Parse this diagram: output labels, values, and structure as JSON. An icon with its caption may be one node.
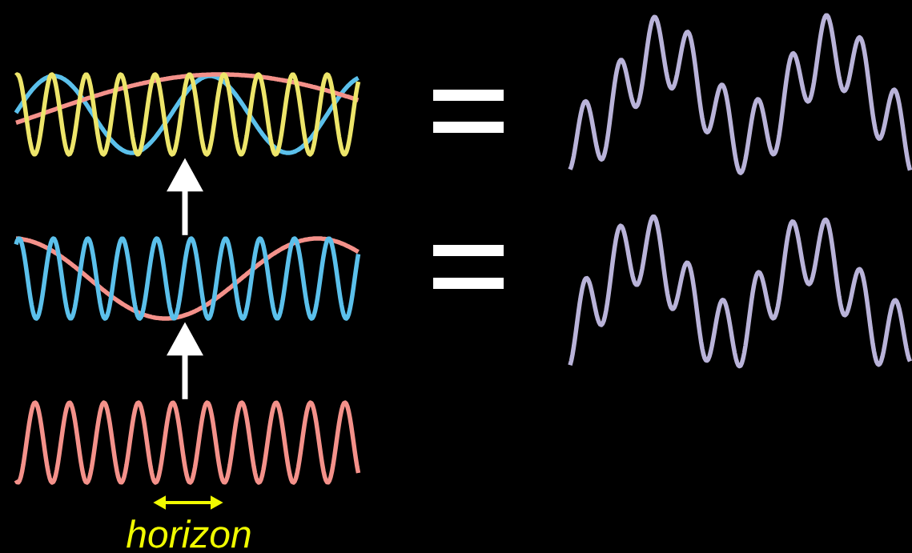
{
  "diagram": {
    "nodes": [
      {
        "text": [],
        "shape": "picture"
      },
      {
        "text": [],
        "shape": "picture"
      },
      {
        "text": [],
        "shape": "picture"
      },
      {
        "text": [],
        "shape": "picture"
      },
      {
        "text": [],
        "shape": "picture"
      }
    ],
    "edges": [
      {
        "from": 4,
        "to": 2,
        "arrow": "to"
      },
      {
        "from": 2,
        "to": 0,
        "arrow": "to"
      }
    ],
    "labels": [
      "horizon"
    ]
  }
}
